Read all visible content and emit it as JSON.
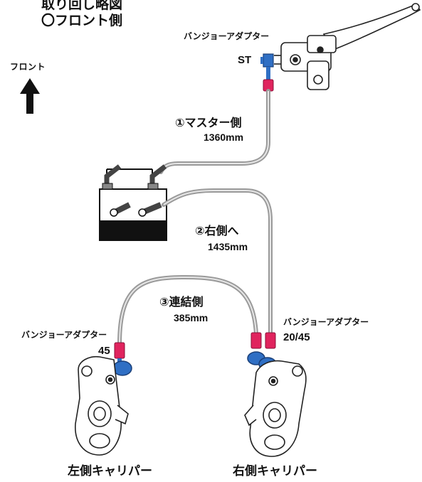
{
  "title": {
    "line1": "取り回し略図",
    "line2": "〇フロント側"
  },
  "front_indicator": {
    "label": "フロント"
  },
  "adapters": {
    "master": {
      "label": "バンジョーアダプター",
      "size": "ST"
    },
    "left": {
      "label": "バンジョーアダプター",
      "size": "45"
    },
    "right": {
      "label": "バンジョーアダプター",
      "size": "20/45"
    }
  },
  "hoses": {
    "master": {
      "label": "①マスター側",
      "length": "1360mm"
    },
    "right": {
      "label": "②右側へ",
      "length": "1435mm"
    },
    "link": {
      "label": "③連結側",
      "length": "385mm"
    }
  },
  "calipers": {
    "left": {
      "label": "左側キャリパー"
    },
    "right": {
      "label": "右側キャリパー"
    }
  },
  "colors": {
    "hose": "#9a9a9a",
    "banjo_blue": "#2f6fc4",
    "fitting_red": "#e0245e",
    "black": "#111111"
  }
}
